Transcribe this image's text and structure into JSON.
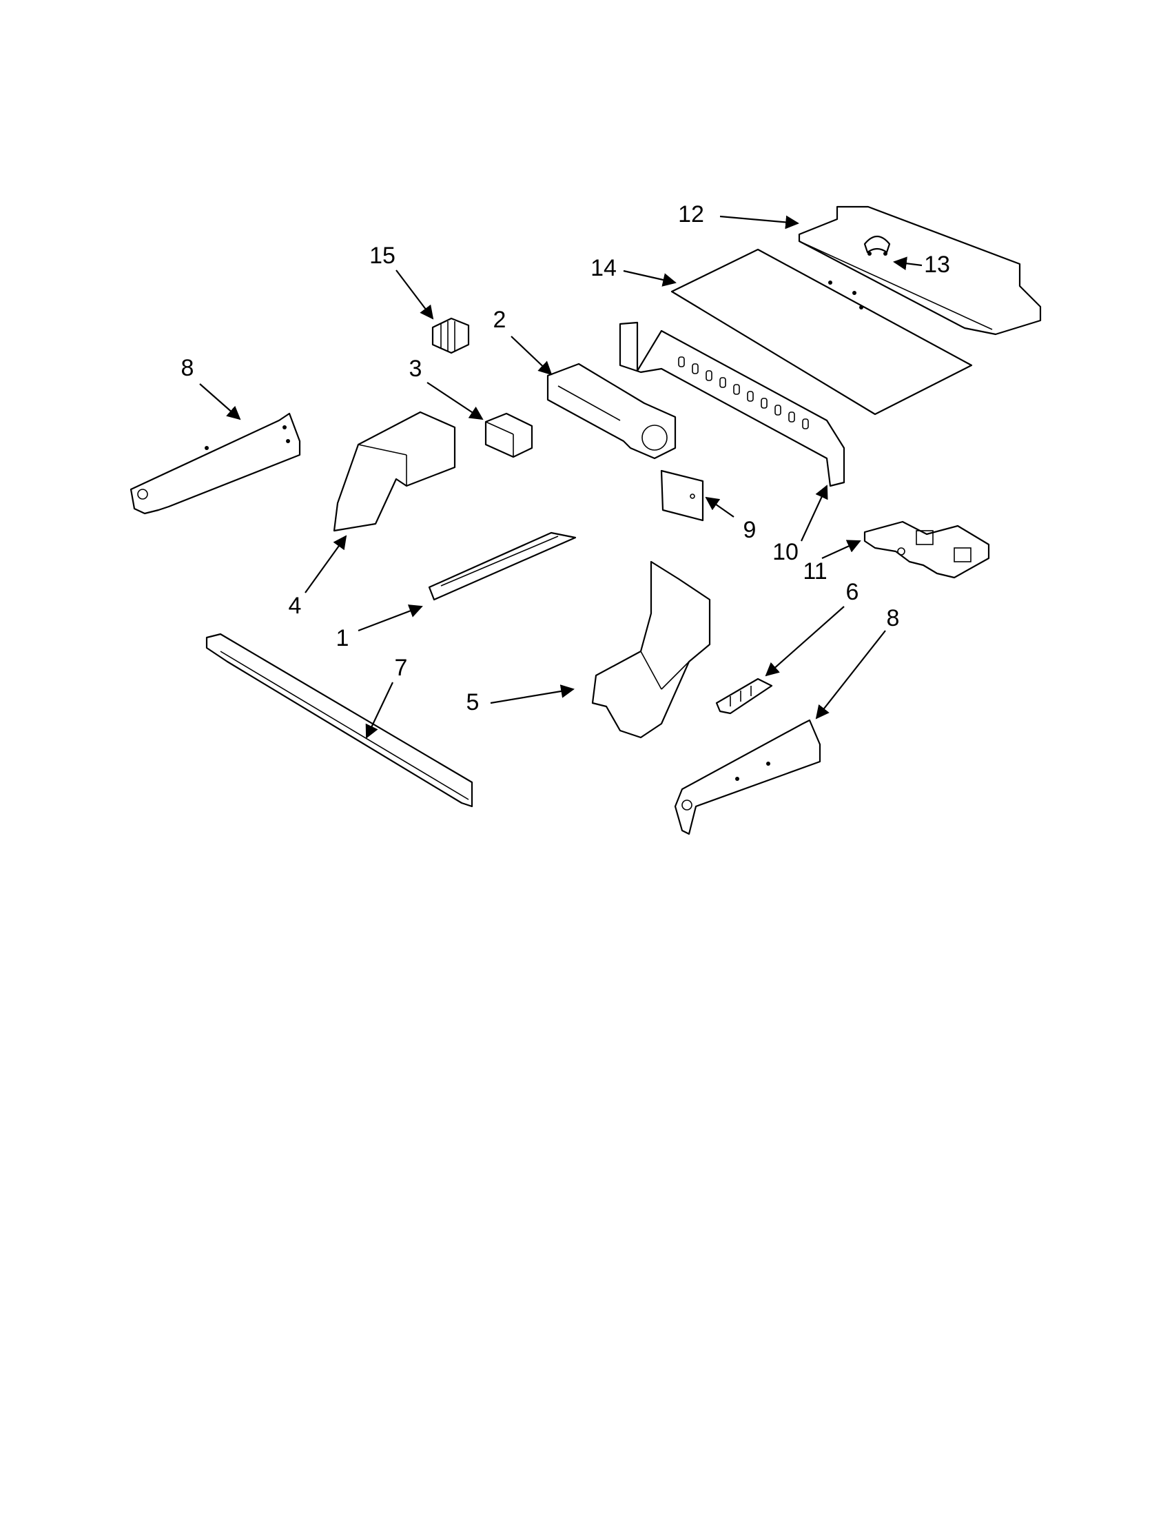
{
  "diagram": {
    "callouts": [
      {
        "id": "c1",
        "label": "1"
      },
      {
        "id": "c2",
        "label": "2"
      },
      {
        "id": "c3",
        "label": "3"
      },
      {
        "id": "c4",
        "label": "4"
      },
      {
        "id": "c5",
        "label": "5"
      },
      {
        "id": "c6",
        "label": "6"
      },
      {
        "id": "c7",
        "label": "7"
      },
      {
        "id": "c8a",
        "label": "8"
      },
      {
        "id": "c8b",
        "label": "8"
      },
      {
        "id": "c9",
        "label": "9"
      },
      {
        "id": "c10",
        "label": "10"
      },
      {
        "id": "c11",
        "label": "11"
      },
      {
        "id": "c12",
        "label": "12"
      },
      {
        "id": "c13",
        "label": "13"
      },
      {
        "id": "c14",
        "label": "14"
      },
      {
        "id": "c15",
        "label": "15"
      }
    ]
  }
}
